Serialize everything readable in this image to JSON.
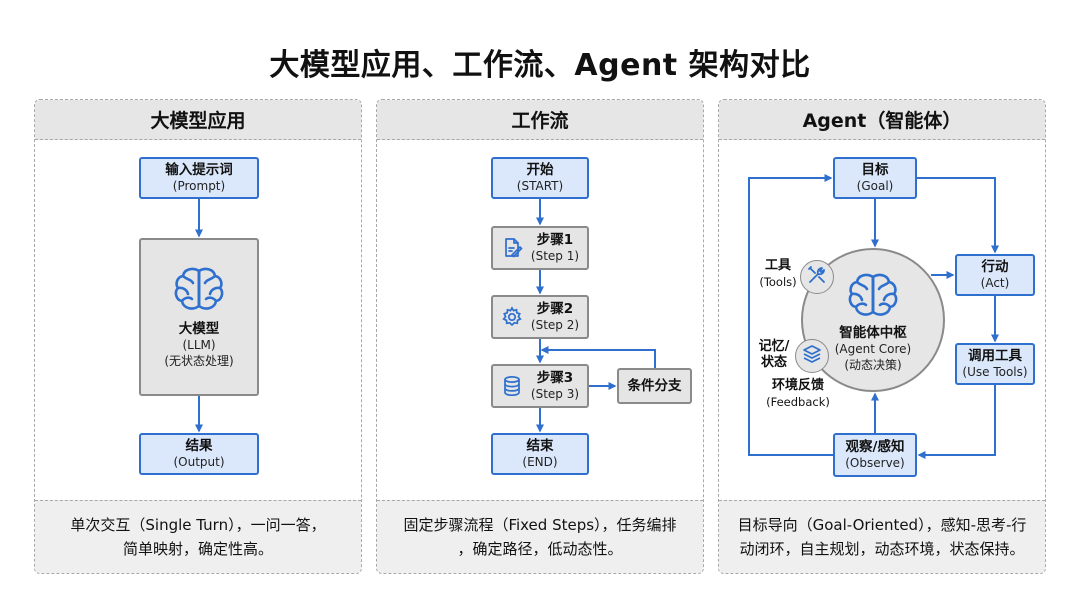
{
  "title": "大模型应用、工作流、Agent 架构对比",
  "colors": {
    "accent": "#2f6fce",
    "box_fill": "#dbe8fb",
    "gray_fill": "#e5e5e5"
  },
  "llm": {
    "header": "大模型应用",
    "input": {
      "title": "输入提示词",
      "sub": "(Prompt)"
    },
    "model": {
      "title": "大模型",
      "sub1": "(LLM)",
      "sub2": "(无状态处理)",
      "icon": "brain-icon"
    },
    "output": {
      "title": "结果",
      "sub": "(Output)"
    },
    "footer_line1": "单次交互（Single Turn），一问一答，",
    "footer_line2": "简单映射，确定性高。"
  },
  "workflow": {
    "header": "工作流",
    "start": {
      "title": "开始",
      "sub": "(START)"
    },
    "step1": {
      "title": "步骤1",
      "sub": "(Step 1)",
      "icon": "document-edit-icon"
    },
    "step2": {
      "title": "步骤2",
      "sub": "(Step 2)",
      "icon": "gear-icon"
    },
    "step3": {
      "title": "步骤3",
      "sub": "(Step 3)",
      "icon": "database-icon"
    },
    "branch": "条件分支",
    "end": {
      "title": "结束",
      "sub": "(END)"
    },
    "footer_line1": "固定步骤流程（Fixed Steps），任务编排",
    "footer_line2": "，确定路径，低动态性。"
  },
  "agent": {
    "header": "Agent（智能体）",
    "goal": {
      "title": "目标",
      "sub": "(Goal)"
    },
    "act": {
      "title": "行动",
      "sub": "(Act)"
    },
    "use_tools": {
      "title": "调用工具",
      "sub": "(Use Tools)"
    },
    "observe": {
      "title": "观察/感知",
      "sub": "(Observe)"
    },
    "core": {
      "title": "智能体中枢",
      "sub1": "(Agent Core)",
      "sub2": "(动态决策)",
      "icon": "brain-icon"
    },
    "tools": {
      "title": "工具",
      "sub": "(Tools)",
      "icon": "tools-icon"
    },
    "memory": {
      "line1": "记忆/",
      "line2": "状态",
      "icon": "layers-icon"
    },
    "feedback": {
      "title": "环境反馈",
      "sub": "(Feedback)"
    },
    "footer_line1": "目标导向（Goal-Oriented），感知-思考-行",
    "footer_line2": "动闭环，自主规划，动态环境，状态保持。"
  }
}
